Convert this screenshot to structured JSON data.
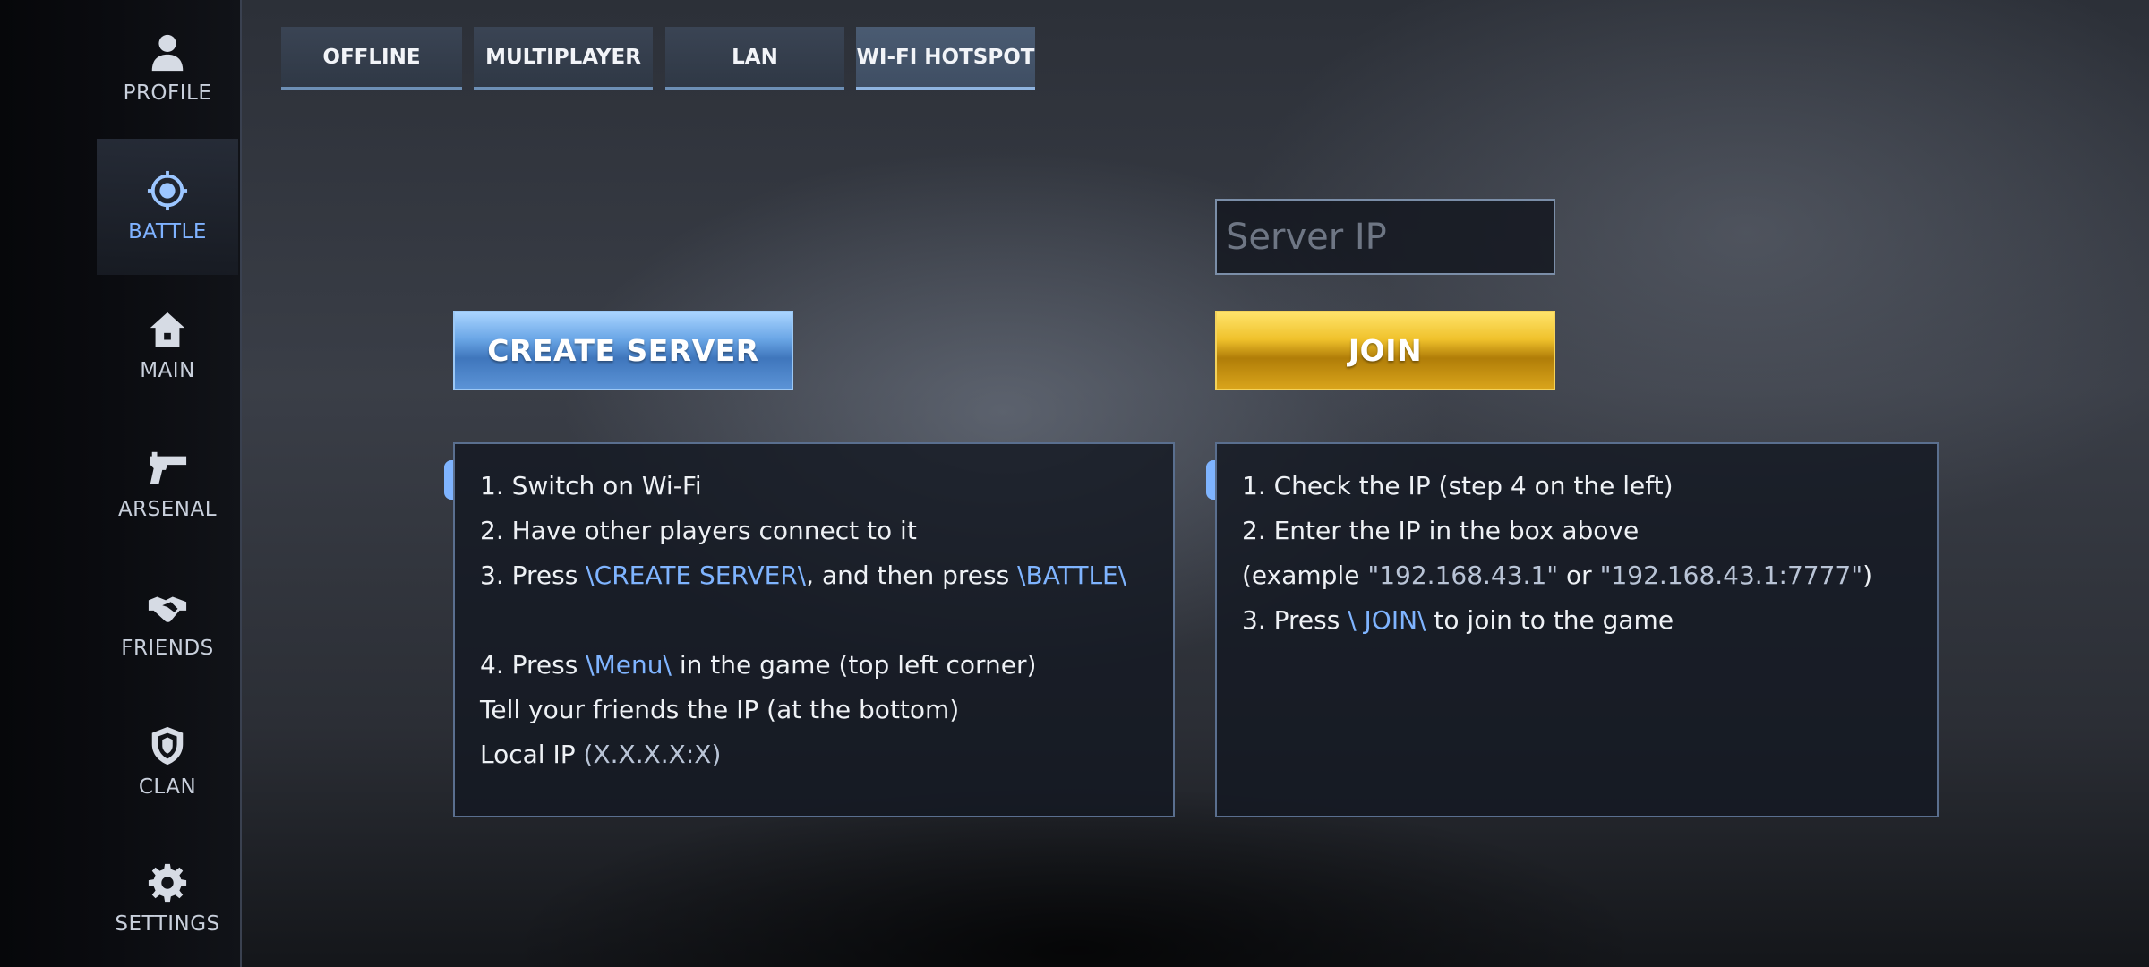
{
  "sidebar": {
    "items": [
      {
        "id": "profile",
        "label": "PROFILE",
        "icon": "person-icon",
        "active": false
      },
      {
        "id": "battle",
        "label": "BATTLE",
        "icon": "crosshair-icon",
        "active": true
      },
      {
        "id": "main",
        "label": "MAIN",
        "icon": "home-icon",
        "active": false
      },
      {
        "id": "arsenal",
        "label": "ARSENAL",
        "icon": "pistol-icon",
        "active": false
      },
      {
        "id": "friends",
        "label": "FRIENDS",
        "icon": "handshake-icon",
        "active": false
      },
      {
        "id": "clan",
        "label": "CLAN",
        "icon": "shield-icon",
        "active": false
      },
      {
        "id": "settings",
        "label": "SETTINGS",
        "icon": "gear-icon",
        "active": false
      }
    ]
  },
  "tabs": [
    {
      "label": "OFFLINE",
      "selected": false
    },
    {
      "label": "MULTIPLAYER",
      "selected": false
    },
    {
      "label": "LAN",
      "selected": false
    },
    {
      "label": "WI-FI HOTSPOT",
      "selected": true
    }
  ],
  "server_ip": {
    "placeholder": "Server IP",
    "value": ""
  },
  "buttons": {
    "create_server": "CREATE SERVER",
    "join": "JOIN"
  },
  "left_panel": {
    "l1": "1. Switch on Wi-Fi",
    "l2": "2. Have other players connect to it",
    "l3_a": "3. Press ",
    "l3_b": "\\CREATE SERVER\\",
    "l3_c": ", and then press ",
    "l3_d": "\\BATTLE\\",
    "l4_a": "4. Press ",
    "l4_b": "\\Menu\\",
    "l4_c": " in the game (top left corner)",
    "l5": "Tell your friends the IP (at the bottom)",
    "l6_a": "Local IP ",
    "l6_b": "(X.X.X.X:X)"
  },
  "right_panel": {
    "l1": "1. Check the IP (step 4 on the left)",
    "l2": "2. Enter the IP in the box above",
    "l3_a": "(example ",
    "l3_b": "\"192.168.43.1\"",
    "l3_c": " or ",
    "l3_d": "\"192.168.43.1:7777\"",
    "l3_e": ")",
    "l4_a": "3. Press ",
    "l4_b": "\\ JOIN\\",
    "l4_c": " to join to the game"
  },
  "colors": {
    "accent_blue": "#7fb4ff",
    "join_gold": "#f0c22c",
    "create_blue": "#5b93d6"
  }
}
